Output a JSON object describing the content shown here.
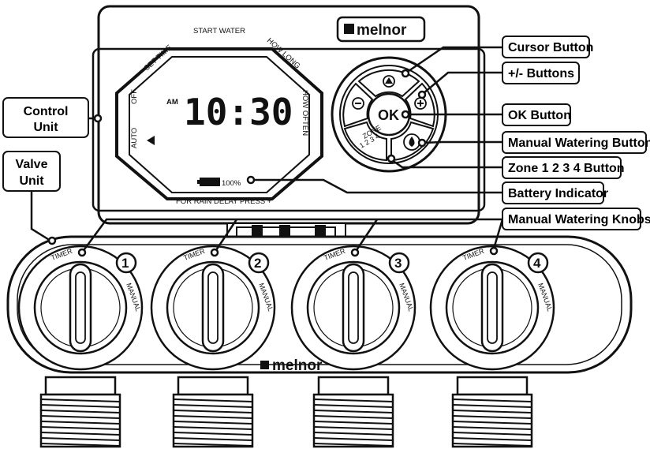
{
  "brand": "melnor",
  "lcd": {
    "top": "START WATER",
    "set_time": "SET TIME",
    "how_long": "HOW LONG",
    "how_often": "HOW OFTEN",
    "off": "OFF",
    "auto": "AUTO",
    "am": "AM",
    "time": "10:30",
    "battery": "100%",
    "rain_delay": "FOR RAIN DELAY PRESS +"
  },
  "buttons": {
    "ok": "OK",
    "zone_title": "ZONE",
    "zone_digits": "1 2 3 4"
  },
  "callouts": {
    "control_unit": [
      "Control",
      "Unit"
    ],
    "valve_unit": [
      "Valve",
      "Unit"
    ],
    "cursor": "Cursor Button",
    "plus_minus": "+/- Buttons",
    "ok": "OK Button",
    "manual_watering": "Manual Watering Button",
    "zone": "Zone 1 2 3 4 Button",
    "battery": "Battery Indicator",
    "knobs": "Manual Watering Knobs"
  },
  "knobs": [
    {
      "number": "1",
      "timer": "TIMER",
      "manual": "MANUAL"
    },
    {
      "number": "2",
      "timer": "TIMER",
      "manual": "MANUAL"
    },
    {
      "number": "3",
      "timer": "TIMER",
      "manual": "MANUAL"
    },
    {
      "number": "4",
      "timer": "TIMER",
      "manual": "MANUAL"
    }
  ]
}
